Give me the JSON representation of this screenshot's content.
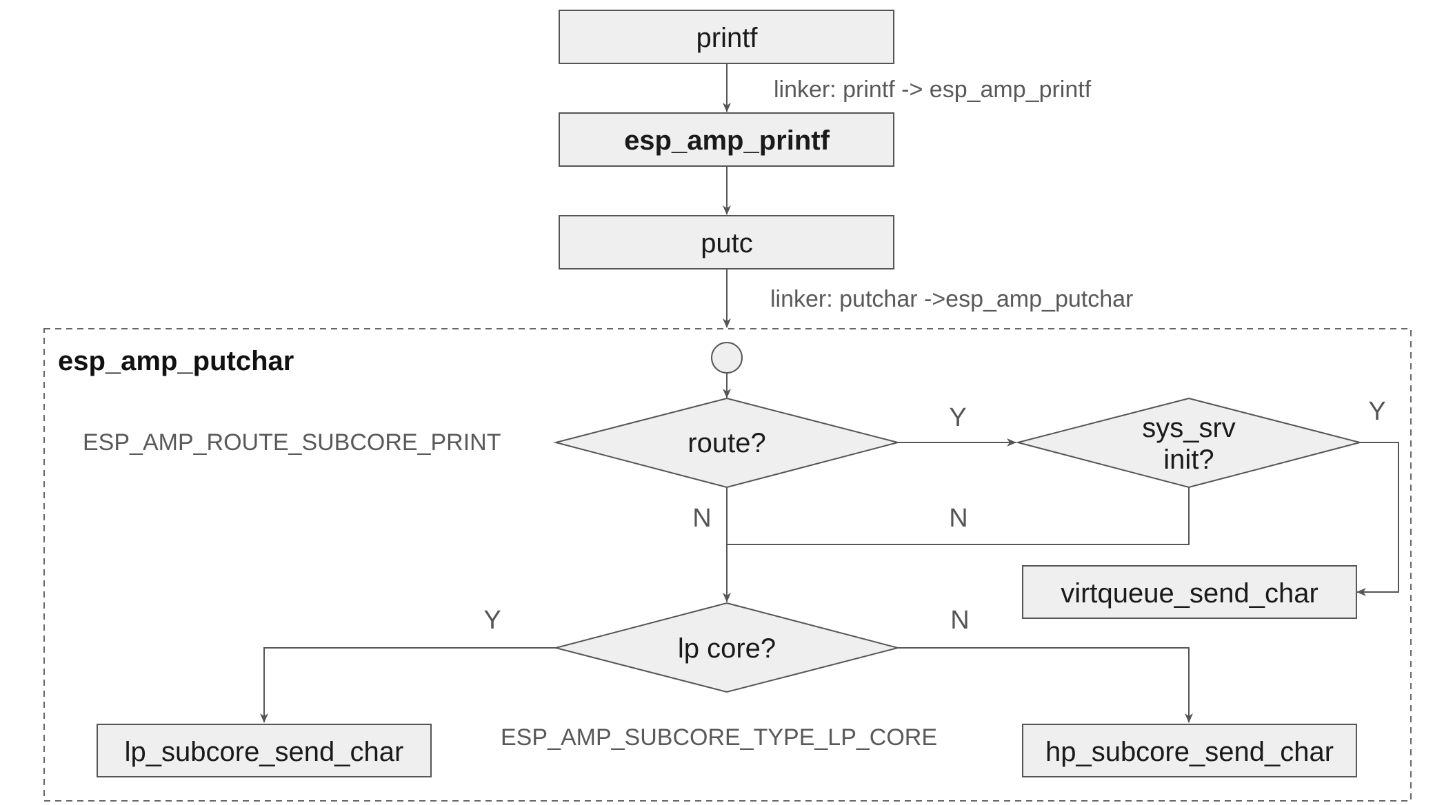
{
  "nodes": {
    "printf": "printf",
    "esp_amp_printf": "esp_amp_printf",
    "putc": "putc",
    "route": "route?",
    "sys_srv_line1": "sys_srv",
    "sys_srv_line2": "init?",
    "virtqueue_send_char": "virtqueue_send_char",
    "lp_core": "lp core?",
    "lp_subcore_send_char": "lp_subcore_send_char",
    "hp_subcore_send_char": "hp_subcore_send_char"
  },
  "frame": {
    "title": "esp_amp_putchar"
  },
  "notes": {
    "linker_printf": "linker: printf -> esp_amp_printf",
    "linker_putchar": "linker: putchar ->esp_amp_putchar",
    "route_config": "ESP_AMP_ROUTE_SUBCORE_PRINT",
    "lp_core_config": "ESP_AMP_SUBCORE_TYPE_LP_CORE"
  },
  "branches": {
    "route_yes": "Y",
    "route_no": "N",
    "sys_srv_yes": "Y",
    "sys_srv_no": "N",
    "lp_core_yes": "Y",
    "lp_core_no": "N"
  }
}
